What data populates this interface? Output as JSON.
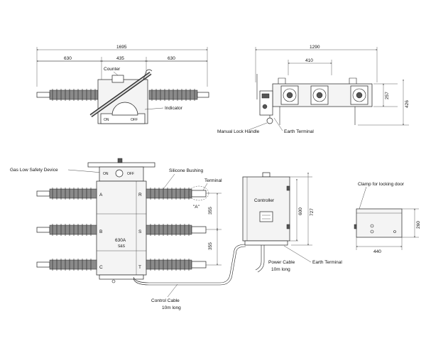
{
  "top_view": {
    "dim_total": "1695",
    "dim_left": "630",
    "dim_mid": "435",
    "dim_right": "630",
    "counter_label": "Counter",
    "indicator_label": "Indicator",
    "on_label": "ON",
    "off_label": "OFF"
  },
  "side_view": {
    "dim_total": "1290",
    "dim_spacing": "410",
    "dim_height_a": "257",
    "dim_height_b": "426",
    "manual_lock_label": "Manual Lock Handle",
    "earth_terminal_label": "Earth Terminal"
  },
  "front_view": {
    "gas_label": "Gas Low Safety Device",
    "bushing_label": "Silicone Bushing",
    "terminal_label": "Terminal",
    "detail_label": "\"A\"",
    "dim_355_a": "355",
    "dim_355_b": "355",
    "rating_label": "630A",
    "model_label": "S&S",
    "on_label": "ON",
    "off_label": "OFF",
    "phase_left": [
      "A",
      "B",
      "C"
    ],
    "phase_right": [
      "R",
      "S",
      "T"
    ],
    "control_cable_label": "Control Cable",
    "control_cable_length": "10m long"
  },
  "controller": {
    "title": "Controller",
    "dim_width": "600",
    "dim_height": "727",
    "power_cable_label": "Power Cable",
    "power_cable_length": "10m long",
    "earth_terminal_label": "Earth Terminal"
  },
  "box_view": {
    "clamp_label": "Clamp for locking door",
    "dim_width": "440",
    "dim_height": "260"
  }
}
